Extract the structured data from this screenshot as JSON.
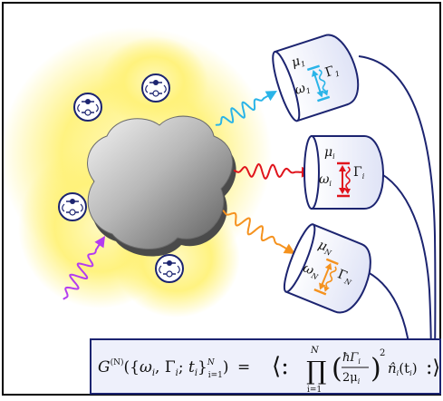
{
  "detectors": [
    {
      "mu": "μ",
      "mu_sub": "1",
      "omega": "ω",
      "omega_sub": "1",
      "gamma": "Γ",
      "gamma_sub": "1",
      "photon_color": "#2ab4e8",
      "level_color": "#2ab4e8"
    },
    {
      "mu": "μ",
      "mu_sub": "i",
      "omega": "ω",
      "omega_sub": "i",
      "gamma": "Γ",
      "gamma_sub": "i",
      "photon_color": "#e0141c",
      "level_color": "#e0141c"
    },
    {
      "mu": "μ",
      "mu_sub": "N",
      "omega": "ω",
      "omega_sub": "N",
      "gamma": "Γ",
      "gamma_sub": "N",
      "photon_color": "#f5921e",
      "level_color": "#f5921e"
    }
  ],
  "colors": {
    "glow": "#fff27a",
    "detector_fill": "#eef0fb",
    "detector_stroke": "#1c2470",
    "wire": "#1c2470",
    "excitation_photon": "#b43cf0",
    "emitter_ring": "#1c2470",
    "frame": "#000000"
  },
  "icons": [
    "emitter-icon",
    "nanoparticle",
    "detector-icon",
    "photon-wave-icon"
  ],
  "formula": {
    "G": "G",
    "order": "(N)",
    "args_open": "({",
    "omega": "ω",
    "i1": "i",
    "comma1": ", ",
    "gamma": "Γ",
    "i2": "i",
    "semicolon": "; ",
    "t": "t",
    "i3": "i",
    "args_close": "}",
    "upper": "N",
    "lower": "i=1",
    "close_paren": ")",
    "equals": "=",
    "bracket_open": "⟨:",
    "prod": "∏",
    "prod_upper": "N",
    "prod_lower": "i=1",
    "numerator": "ħΓ",
    "num_sub": "i",
    "denominator": "2μ",
    "den_sub": "i",
    "square": "2",
    "n_hat": "n̂",
    "n_sub": "i",
    "n_arg": "(t",
    "n_arg_sub": "i",
    "n_arg_close": ")",
    "bracket_close": ":⟩"
  }
}
